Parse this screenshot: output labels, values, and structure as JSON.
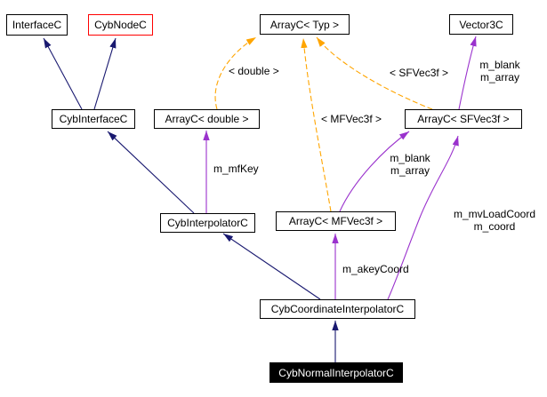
{
  "diagram": {
    "kind": "class-collaboration-graph",
    "nodes": [
      {
        "id": "interfacec",
        "label": "InterfaceC",
        "style": "normal"
      },
      {
        "id": "cybnodec",
        "label": "CybNodeC",
        "style": "red-border"
      },
      {
        "id": "arrayc-typ",
        "label": "ArrayC< Typ >",
        "style": "normal"
      },
      {
        "id": "vector3c",
        "label": "Vector3C",
        "style": "normal"
      },
      {
        "id": "cybinterfacec",
        "label": "CybInterfaceC",
        "style": "normal"
      },
      {
        "id": "arrayc-double",
        "label": "ArrayC< double >",
        "style": "normal"
      },
      {
        "id": "arrayc-sfvec3f",
        "label": "ArrayC< SFVec3f >",
        "style": "normal"
      },
      {
        "id": "cybinterpolatorc",
        "label": "CybInterpolatorC",
        "style": "normal"
      },
      {
        "id": "arrayc-mfvec3f",
        "label": "ArrayC< MFVec3f >",
        "style": "normal"
      },
      {
        "id": "cybcoordinateinterpolatorc",
        "label": "CybCoordinateInterpolatorC",
        "style": "normal"
      },
      {
        "id": "cybnormalinterpolatorc",
        "label": "CybNormalInterpolatorC",
        "style": "selected-black"
      }
    ],
    "edges": [
      {
        "from": "CybInterfaceC",
        "to": "InterfaceC",
        "type": "inheritance"
      },
      {
        "from": "CybInterfaceC",
        "to": "CybNodeC",
        "type": "inheritance"
      },
      {
        "from": "CybInterpolatorC",
        "to": "CybInterfaceC",
        "type": "inheritance"
      },
      {
        "from": "CybCoordinateInterpolatorC",
        "to": "CybInterpolatorC",
        "type": "inheritance"
      },
      {
        "from": "CybNormalInterpolatorC",
        "to": "CybCoordinateInterpolatorC",
        "type": "inheritance"
      },
      {
        "from": "ArrayC< double >",
        "to": "ArrayC< Typ >",
        "type": "template-instance",
        "label": "< double >"
      },
      {
        "from": "ArrayC< MFVec3f >",
        "to": "ArrayC< Typ >",
        "type": "template-instance",
        "label": "< MFVec3f >"
      },
      {
        "from": "ArrayC< SFVec3f >",
        "to": "ArrayC< Typ >",
        "type": "template-instance",
        "label": "< SFVec3f >"
      },
      {
        "from": "CybInterpolatorC",
        "to": "ArrayC< double >",
        "type": "usage",
        "label": "m_mfKey"
      },
      {
        "from": "ArrayC< SFVec3f >",
        "to": "Vector3C",
        "type": "usage",
        "label_lines": [
          "m_blank",
          "m_array"
        ]
      },
      {
        "from": "ArrayC< MFVec3f >",
        "to": "ArrayC< SFVec3f >",
        "type": "usage",
        "label_lines": [
          "m_blank",
          "m_array"
        ]
      },
      {
        "from": "CybCoordinateInterpolatorC",
        "to": "ArrayC< MFVec3f >",
        "type": "usage",
        "label": "m_akeyCoord"
      },
      {
        "from": "CybCoordinateInterpolatorC",
        "to": "ArrayC< SFVec3f >",
        "type": "usage",
        "label_lines": [
          "m_mvLoadCoord",
          "m_coord"
        ]
      }
    ],
    "colors": {
      "inheritance": "#191970",
      "usage": "#9a32cd",
      "template": "#ffa500",
      "node_border": "#000000",
      "red_border": "#ff0000",
      "selected_fill": "#000000",
      "selected_text": "#ffffff",
      "background": "#ffffff"
    }
  }
}
